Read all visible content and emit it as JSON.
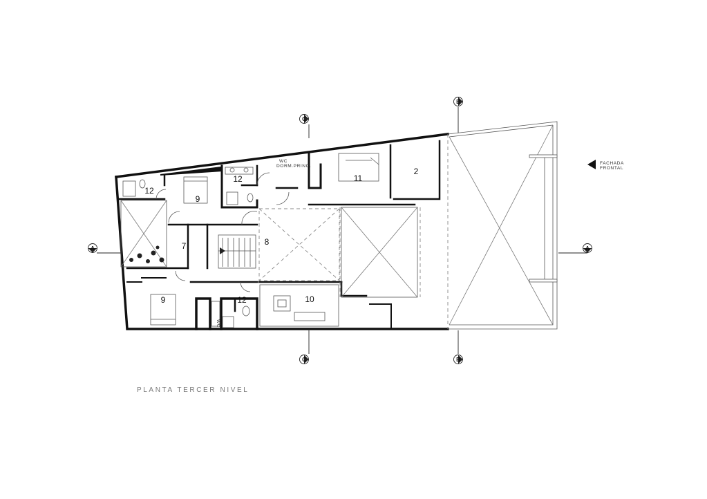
{
  "plan": {
    "title": "PLANTA TERCER NIVEL",
    "front_label_1": "FACHADA",
    "front_label_2": "FRONTAL",
    "wc_label": "WC",
    "dorm_label": "DORM.PRINC.",
    "wc_vertical": "WC",
    "rooms": [
      "12",
      "9",
      "12",
      "11",
      "2",
      "7",
      "8",
      "9",
      "12",
      "10"
    ],
    "axes": {
      "a": "A",
      "b": "B",
      "c": "C"
    }
  }
}
